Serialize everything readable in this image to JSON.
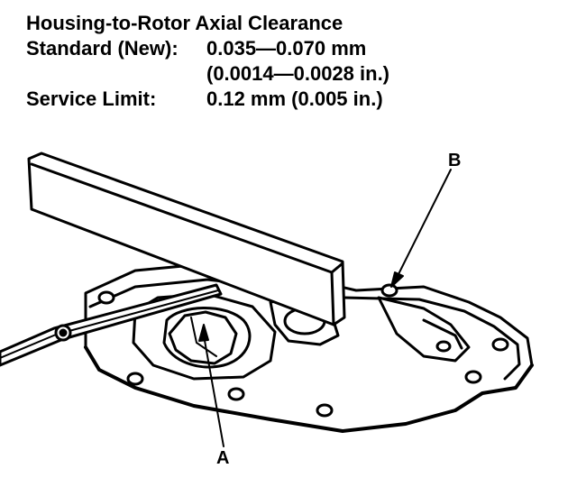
{
  "spec": {
    "title": "Housing-to-Rotor Axial Clearance",
    "standard_label": "Standard (New):",
    "standard_value_mm": "0.035—0.070 mm",
    "standard_value_in": "(0.0014—0.0028 in.)",
    "service_label": "Service Limit:",
    "service_value": "0.12 mm (0.005 in.)"
  },
  "callouts": {
    "a": "A",
    "b": "B"
  },
  "colors": {
    "ink": "#000000",
    "paper": "#ffffff"
  }
}
